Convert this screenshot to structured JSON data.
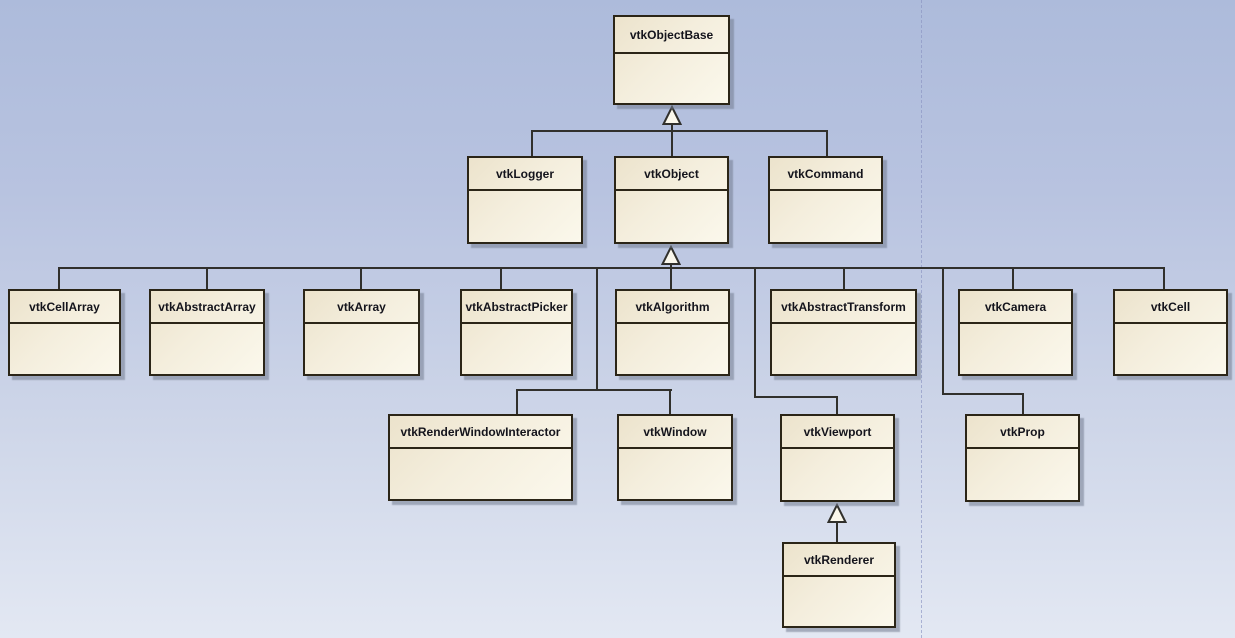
{
  "diagram": {
    "kind": "uml-class-diagram",
    "nodes": [
      {
        "name": "vtkObjectBase"
      },
      {
        "name": "vtkLogger"
      },
      {
        "name": "vtkObject"
      },
      {
        "name": "vtkCommand"
      },
      {
        "name": "vtkCellArray"
      },
      {
        "name": "vtkAbstractArray"
      },
      {
        "name": "vtkArray"
      },
      {
        "name": "vtkAbstractPicker"
      },
      {
        "name": "vtkAlgorithm"
      },
      {
        "name": "vtkAbstractTransform"
      },
      {
        "name": "vtkCamera"
      },
      {
        "name": "vtkCell"
      },
      {
        "name": "vtkRenderWindowInteractor"
      },
      {
        "name": "vtkWindow"
      },
      {
        "name": "vtkViewport"
      },
      {
        "name": "vtkProp"
      },
      {
        "name": "vtkRenderer"
      }
    ],
    "relationships": [
      {
        "type": "generalization",
        "child": "vtkLogger",
        "parent": "vtkObjectBase"
      },
      {
        "type": "generalization",
        "child": "vtkObject",
        "parent": "vtkObjectBase"
      },
      {
        "type": "generalization",
        "child": "vtkCommand",
        "parent": "vtkObjectBase"
      },
      {
        "type": "generalization",
        "child": "vtkCellArray",
        "parent": "vtkObject"
      },
      {
        "type": "generalization",
        "child": "vtkAbstractArray",
        "parent": "vtkObject"
      },
      {
        "type": "generalization",
        "child": "vtkArray",
        "parent": "vtkObject"
      },
      {
        "type": "generalization",
        "child": "vtkAbstractPicker",
        "parent": "vtkObject"
      },
      {
        "type": "generalization",
        "child": "vtkAlgorithm",
        "parent": "vtkObject"
      },
      {
        "type": "generalization",
        "child": "vtkAbstractTransform",
        "parent": "vtkObject"
      },
      {
        "type": "generalization",
        "child": "vtkCamera",
        "parent": "vtkObject"
      },
      {
        "type": "generalization",
        "child": "vtkCell",
        "parent": "vtkObject"
      },
      {
        "type": "generalization",
        "child": "vtkRenderWindowInteractor",
        "parent": "vtkObject"
      },
      {
        "type": "generalization",
        "child": "vtkWindow",
        "parent": "vtkObject"
      },
      {
        "type": "generalization",
        "child": "vtkViewport",
        "parent": "vtkObject"
      },
      {
        "type": "generalization",
        "child": "vtkProp",
        "parent": "vtkObject"
      },
      {
        "type": "generalization",
        "child": "vtkRenderer",
        "parent": "vtkViewport"
      }
    ],
    "colors": {
      "node_fill": "#f4eedd",
      "node_border": "#2b2517",
      "connector": "#31302c",
      "background_top": "#adbbdb",
      "background_bottom": "#e3e8f3",
      "title_text": "#14141c"
    }
  }
}
